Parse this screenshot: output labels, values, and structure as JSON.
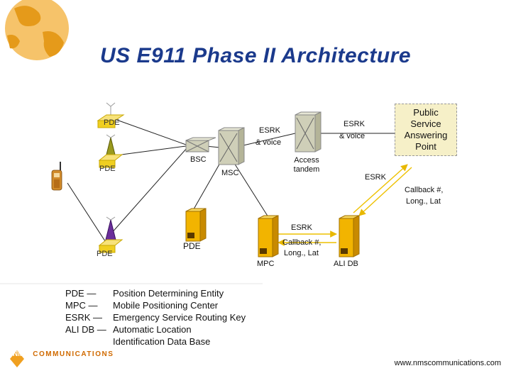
{
  "title": "US E911 Phase II Architecture",
  "nodes": {
    "pde_top": "PDE",
    "pde_mid": "PDE",
    "pde_bottom": "PDE",
    "pde_server": "PDE",
    "bsc": "BSC",
    "msc": "MSC",
    "access_tandem": "Access\ntandem",
    "mpc": "MPC",
    "ali_db": "ALI DB",
    "psap": "Public\nService\nAnswering\nPoint"
  },
  "links": {
    "esrk_voice_1_a": "ESRK",
    "esrk_voice_1_b": "& voice",
    "esrk_voice_2_a": "ESRK",
    "esrk_voice_2_b": "& voice",
    "esrk_psap": "ESRK",
    "callback_psap_a": "Callback #,",
    "callback_psap_b": "Long., Lat",
    "esrk_mpc": "ESRK",
    "callback_mpc_a": "Callback #,",
    "callback_mpc_b": "Long., Lat"
  },
  "legend": [
    {
      "term": "PDE —",
      "definition": "Position Determining Entity"
    },
    {
      "term": "MPC —",
      "definition": "Mobile Positioning Center"
    },
    {
      "term": "ESRK —",
      "definition": "Emergency Service Routing Key"
    },
    {
      "term": "ALI DB —",
      "definition": "Automatic Location"
    },
    {
      "term": "",
      "definition": "Identification Data Base"
    }
  ],
  "footer": {
    "logo_mark": "NMS",
    "logo_text": "COMMUNICATIONS",
    "url": "www.nmscommunications.com"
  },
  "colors": {
    "title": "#1b3a8c",
    "tower_yellow": "#e8c400",
    "tower_olive": "#8a8a10",
    "tower_purple": "#5a2a8a",
    "server": "#f2b400",
    "switch_box": "#c9c9ae",
    "arrow": "#f0c000",
    "globe": "#f0a020"
  }
}
